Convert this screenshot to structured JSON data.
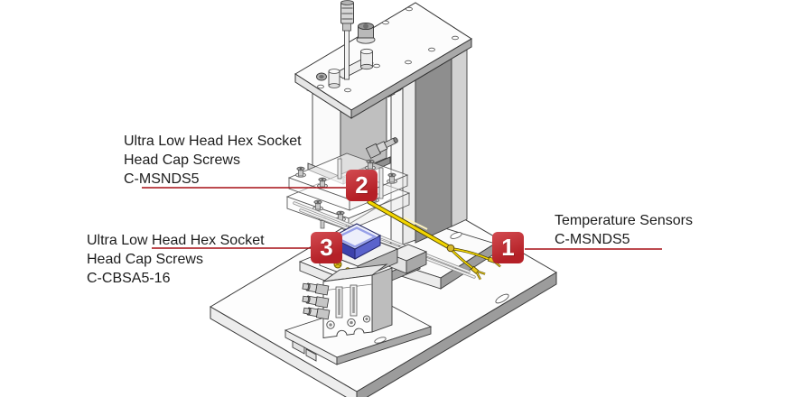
{
  "callouts": [
    {
      "number": "1",
      "label_lines": [
        "Temperature Sensors",
        "C-MSNDS5"
      ]
    },
    {
      "number": "2",
      "label_lines": [
        "Ultra Low Head Hex Socket",
        "Head Cap Screws",
        "C-MSNDS5"
      ]
    },
    {
      "number": "3",
      "label_lines": [
        "Ultra Low Head Hex Socket",
        "Head Cap Screws",
        "C-CBSA5-16"
      ]
    }
  ],
  "colors": {
    "callout_red": "#c9242b",
    "leader_red": "#a50f15",
    "wire_yellow": "#f2d500",
    "sensor_plate_blue": "#4a52c0"
  }
}
